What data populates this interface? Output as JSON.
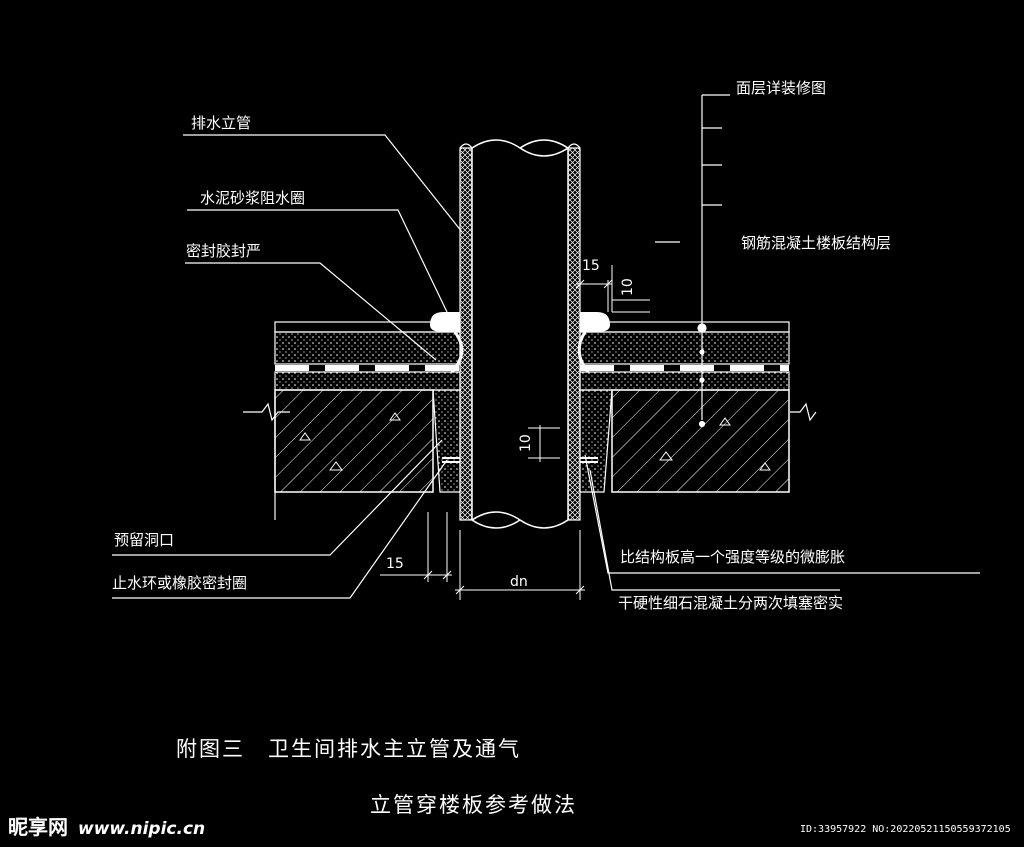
{
  "labels": {
    "drain_riser": "排水立管",
    "mortar_ring": "水泥砂浆阻水圈",
    "sealant": "密封胶封严",
    "finish_layer": "面层详装修图",
    "rc_slab": "钢筋混凝土楼板结构层",
    "reserved_hole": "预留洞口",
    "water_stop_ring": "止水环或橡胶密封圈",
    "micro_expansion": "比结构板高一个强度等级的微膨胀",
    "dry_fill": "干硬性细石混凝土分两次填塞密实"
  },
  "dims": {
    "top_15": "15",
    "top_10": "10",
    "mid_10": "10",
    "bottom_15": "15",
    "dn": "dn"
  },
  "caption": {
    "line1": "附图三　卫生间排水主立管及通气",
    "line2": "立管穿楼板参考做法"
  },
  "watermark": {
    "logo": "昵享网",
    "url": "www.nipic.cn",
    "id": "ID:33957922 NO:20220521150559372105"
  },
  "colors": {
    "background": "#000000",
    "lines": "#ffffff"
  }
}
